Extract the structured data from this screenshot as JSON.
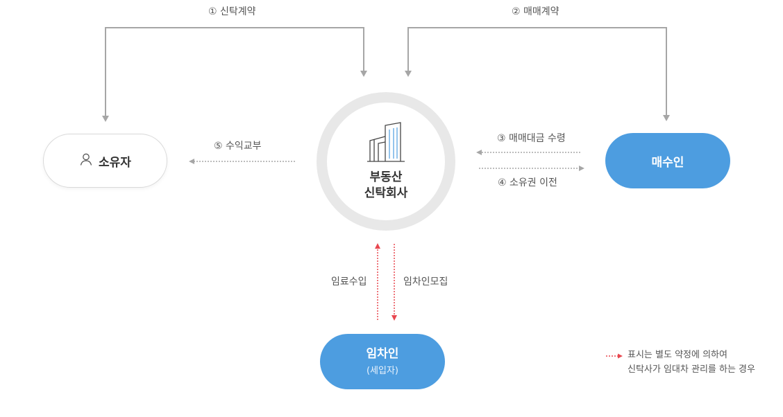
{
  "steps": {
    "trust_contract": "① 신탁계약",
    "sale_contract": "② 매매계약",
    "payment_receipt": "③ 매매대금 수령",
    "ownership_transfer": "④ 소유권 이전",
    "profit_delivery": "⑤ 수익교부"
  },
  "nodes": {
    "owner": "소유자",
    "center_line1": "부동산",
    "center_line2": "신탁회사",
    "buyer": "매수인",
    "tenant": "임차인",
    "tenant_sub": "(세입자)"
  },
  "flows": {
    "rent_income": "임료수입",
    "tenant_recruit": "임차인모집"
  },
  "legend": {
    "line1": "표시는 별도 약정에 의하여",
    "line2": "신탁사가 임대차 관리를 하는 경우"
  },
  "icons": {
    "owner": "person-icon",
    "center": "building-icon"
  },
  "colors": {
    "accent_blue": "#4d9de0",
    "arrow_gray": "#a6a6a6",
    "red_dotted": "#e8474f",
    "circle_ring": "#e8e8e8"
  }
}
